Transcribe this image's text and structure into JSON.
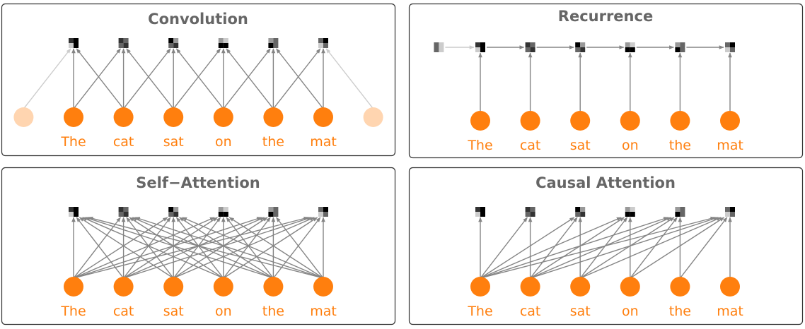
{
  "colors": {
    "token": "#ff7f0e",
    "token_padding": "#ffd5b0",
    "edge": "#858585",
    "edge_padding": "#cccccc",
    "title": "#666666",
    "border": "#333333"
  },
  "palette": [
    "#000000",
    "#333333",
    "#666666",
    "#999999",
    "#cccccc"
  ],
  "words": [
    "The",
    "cat",
    "sat",
    "on",
    "the",
    "mat"
  ],
  "cells": [
    [
      [
        1,
        0
      ],
      [
        4,
        0
      ]
    ],
    [
      [
        1,
        2
      ],
      [
        2,
        1
      ]
    ],
    [
      [
        0,
        3
      ],
      [
        2,
        1
      ]
    ],
    [
      [
        3,
        4
      ],
      [
        0,
        0
      ]
    ],
    [
      [
        3,
        2
      ],
      [
        0,
        2
      ]
    ],
    [
      [
        2,
        0
      ],
      [
        4,
        2
      ]
    ]
  ],
  "init_cell": [
    [
      2,
      4
    ],
    [
      2,
      4
    ]
  ],
  "panels": [
    {
      "id": "convolution",
      "title": "Convolution",
      "type": "convolution",
      "padding": true
    },
    {
      "id": "recurrence",
      "title": "Recurrence",
      "type": "recurrence",
      "padding": false
    },
    {
      "id": "self-attention",
      "title": "Self−Attention",
      "type": "full",
      "padding": false
    },
    {
      "id": "causal-attention",
      "title": "Causal Attention",
      "type": "causal",
      "padding": false
    }
  ]
}
